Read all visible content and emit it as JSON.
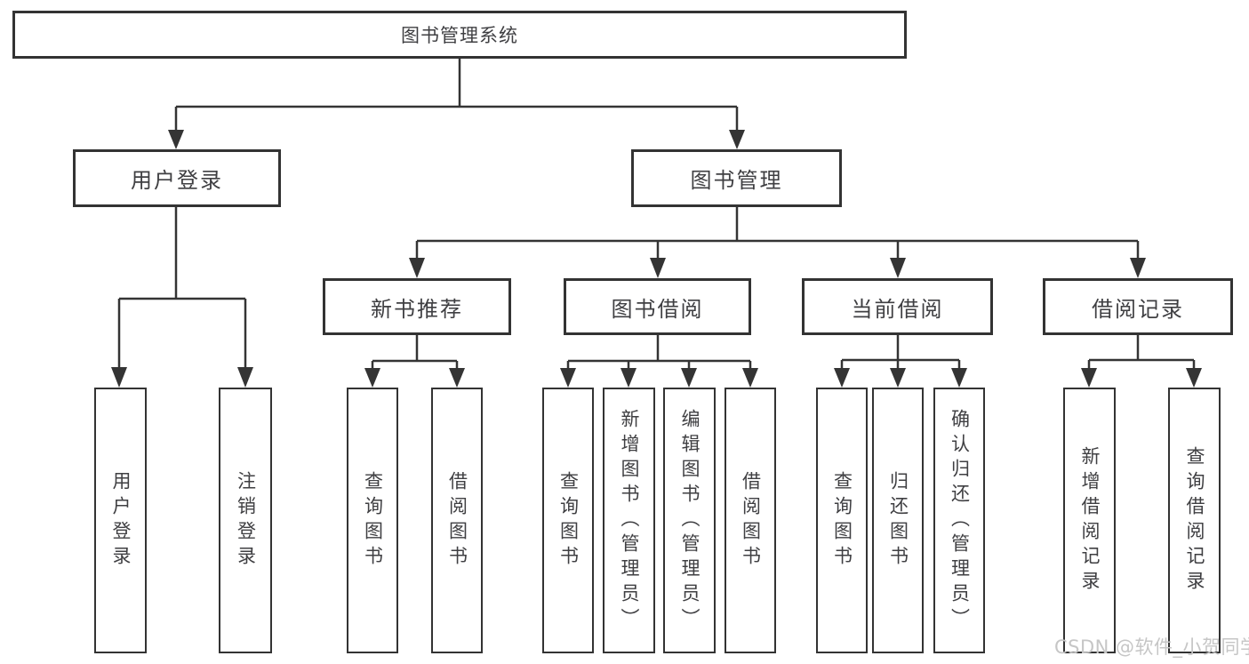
{
  "nodes": {
    "root": "图书管理系统",
    "user_login": "用户登录",
    "book_management": "图书管理",
    "new_book_recommend": "新书推荐",
    "book_borrowing": "图书借阅",
    "current_borrowing": "当前借阅",
    "borrowing_records": "借阅记录",
    "leaf_user_login": "用户登录",
    "leaf_logout": "注销登录",
    "leaf_query_books_recommend": "查询图书",
    "leaf_borrow_books_recommend": "借阅图书",
    "leaf_query_books_borrowing": "查询图书",
    "leaf_add_books_admin": "新增图书（管理员）",
    "leaf_edit_books_admin": "编辑图书（管理员）",
    "leaf_borrow_books_borrowing": "借阅图书",
    "leaf_query_books_current": "查询图书",
    "leaf_return_books": "归还图书",
    "leaf_confirm_return_admin": "确认归还（管理员）",
    "leaf_add_borrow_record": "新增借阅记录",
    "leaf_query_borrow_record": "查询借阅记录"
  },
  "structure": {
    "图书管理系统": [
      "用户登录",
      "图书管理"
    ],
    "用户登录": [
      "用户登录",
      "注销登录"
    ],
    "图书管理": [
      "新书推荐",
      "图书借阅",
      "当前借阅",
      "借阅记录"
    ],
    "新书推荐": [
      "查询图书",
      "借阅图书"
    ],
    "图书借阅": [
      "查询图书",
      "新增图书（管理员）",
      "编辑图书（管理员）",
      "借阅图书"
    ],
    "当前借阅": [
      "查询图书",
      "归还图书",
      "确认归还（管理员）"
    ],
    "借阅记录": [
      "新增借阅记录",
      "查询借阅记录"
    ]
  },
  "watermark": "CSDN @软件_小贺同学",
  "colors": {
    "line": "#343434",
    "box_border": "#333333",
    "text": "#3f3f42",
    "watermark": "#c6c6c6",
    "background": "#ffffff"
  }
}
